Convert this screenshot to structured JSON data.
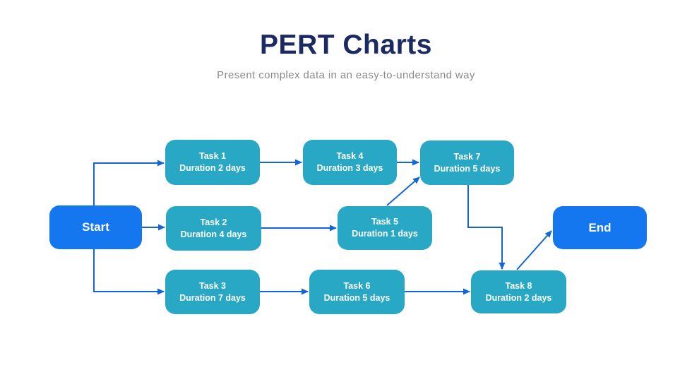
{
  "slide": {
    "title": "PERT Charts",
    "subtitle": "Present complex data in an easy-to-understand way"
  },
  "colors": {
    "title": "#1b2a63",
    "subtitle": "#8a8a8a",
    "task_fill": "#29a8c5",
    "terminal_fill": "#1577f0",
    "connector": "#1565d8",
    "node_text": "#ffffff",
    "background": "#ffffff"
  },
  "diagram": {
    "start": {
      "label": "Start"
    },
    "end": {
      "label": "End"
    },
    "tasks": [
      {
        "name": "Task 1",
        "duration": "Duration 2 days"
      },
      {
        "name": "Task 2",
        "duration": "Duration 4 days"
      },
      {
        "name": "Task 3",
        "duration": "Duration 7 days"
      },
      {
        "name": "Task 4",
        "duration": "Duration 3 days"
      },
      {
        "name": "Task 5",
        "duration": "Duration 1 days"
      },
      {
        "name": "Task 6",
        "duration": "Duration 5 days"
      },
      {
        "name": "Task 7",
        "duration": "Duration 5 days"
      },
      {
        "name": "Task 8",
        "duration": "Duration 2 days"
      }
    ],
    "connections": [
      {
        "from": "Start",
        "to": "Task 1"
      },
      {
        "from": "Start",
        "to": "Task 2"
      },
      {
        "from": "Start",
        "to": "Task 3"
      },
      {
        "from": "Task 1",
        "to": "Task 4"
      },
      {
        "from": "Task 4",
        "to": "Task 7"
      },
      {
        "from": "Task 2",
        "to": "Task 5"
      },
      {
        "from": "Task 5",
        "to": "Task 7"
      },
      {
        "from": "Task 7",
        "to": "Task 8"
      },
      {
        "from": "Task 3",
        "to": "Task 6"
      },
      {
        "from": "Task 6",
        "to": "Task 8"
      },
      {
        "from": "Task 8",
        "to": "End"
      }
    ]
  }
}
